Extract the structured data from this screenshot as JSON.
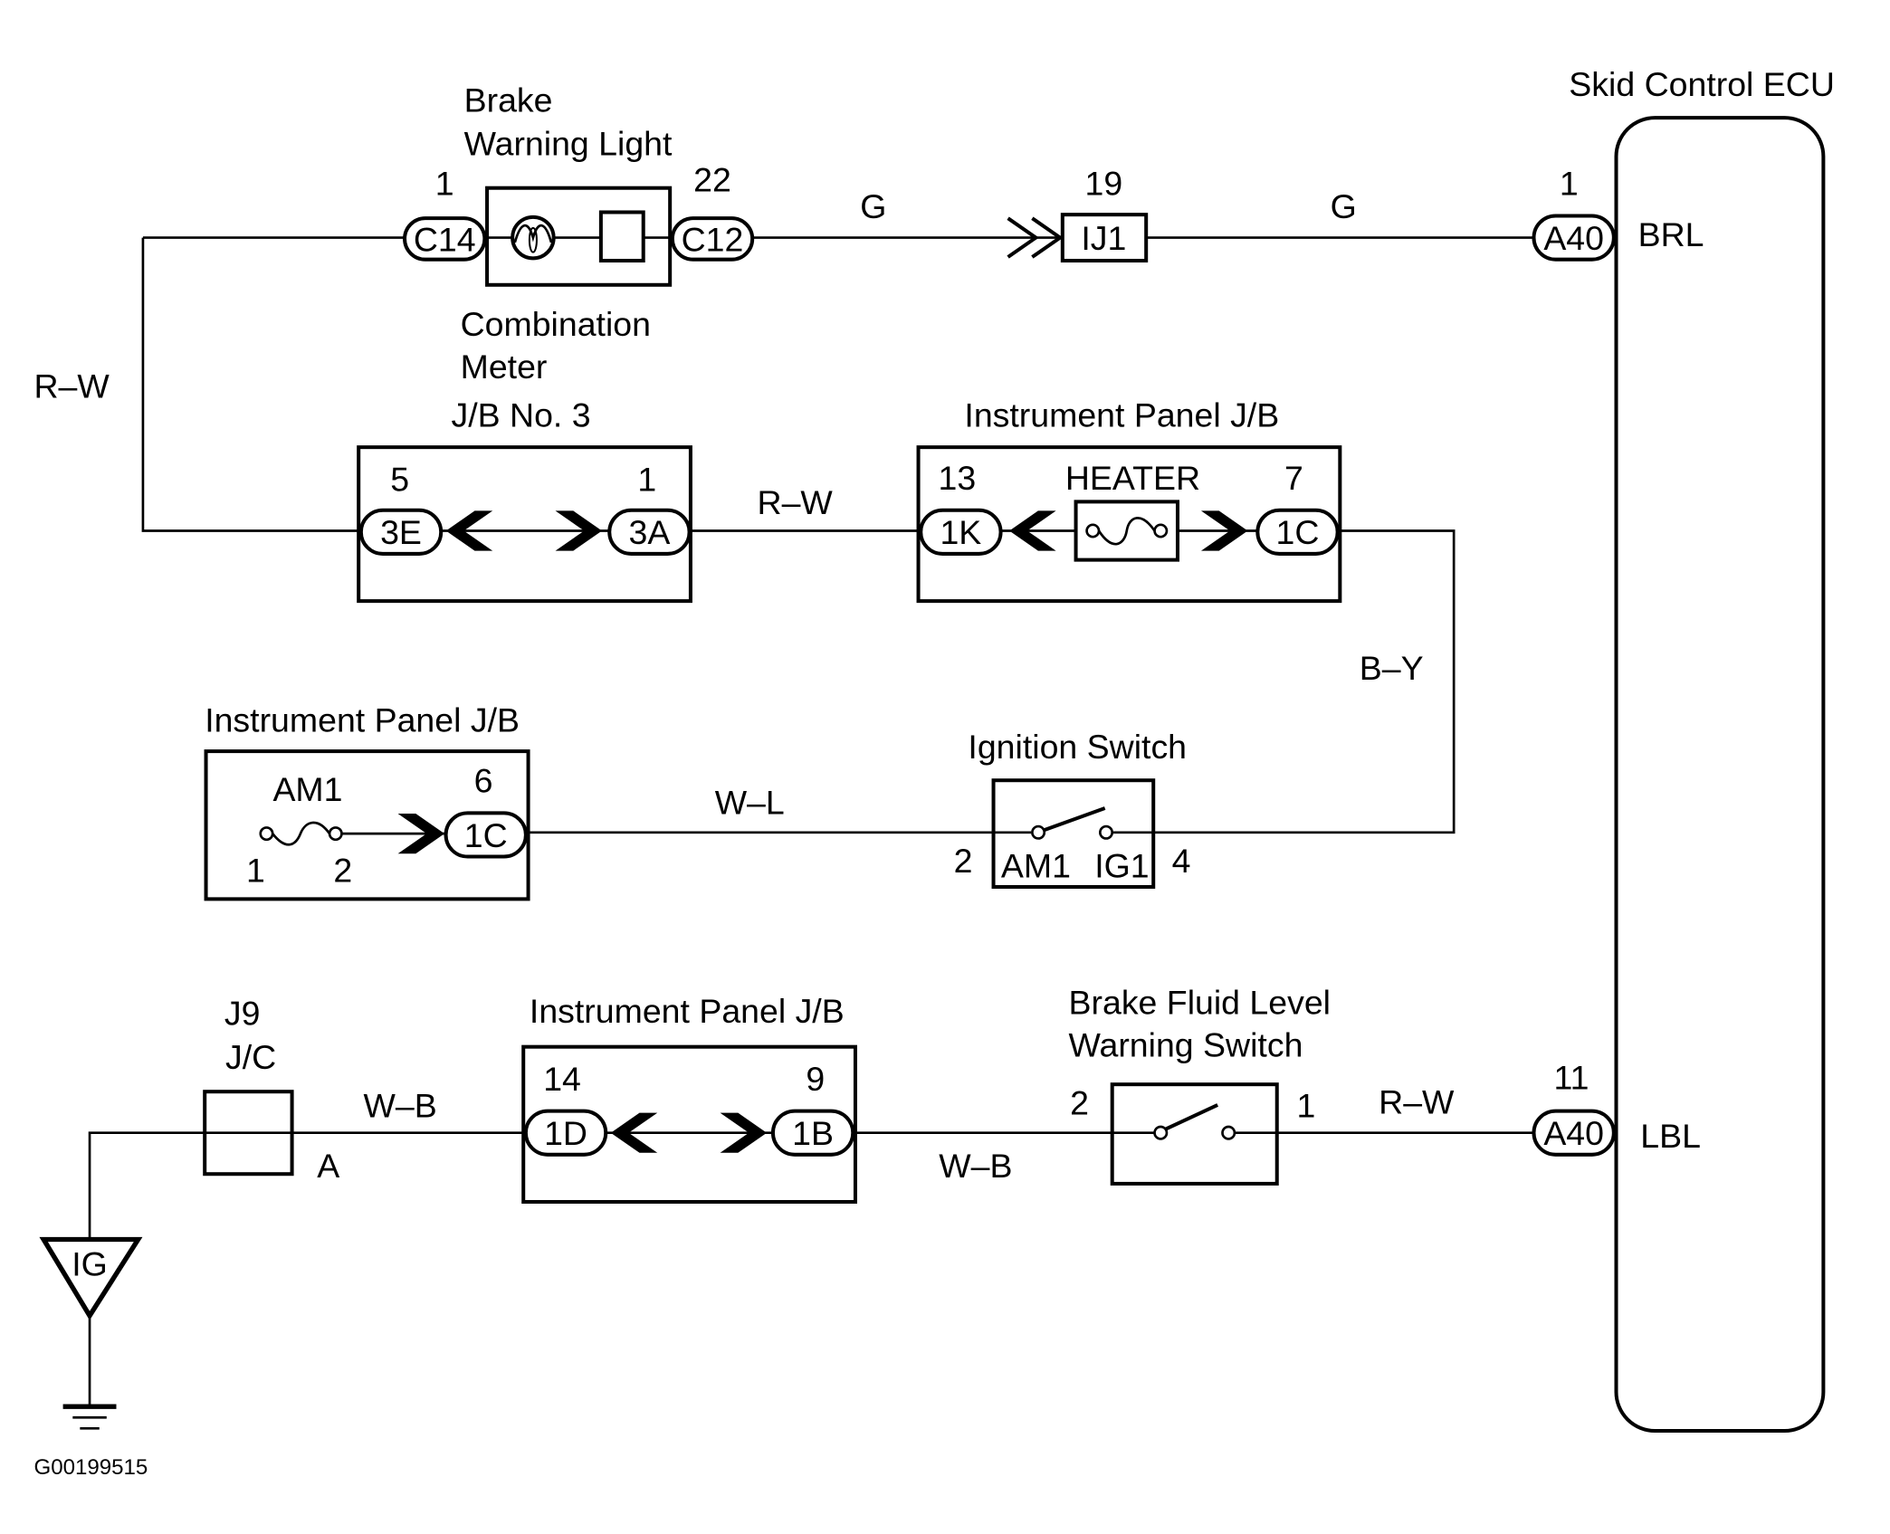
{
  "diagram": {
    "figure_id": "G00199515",
    "ecu": {
      "title": "Skid Control ECU",
      "terminals": [
        {
          "pin": "1",
          "connector": "A40",
          "name": "BRL"
        },
        {
          "pin": "11",
          "connector": "A40",
          "name": "LBL"
        }
      ]
    },
    "combination_meter": {
      "title_line1": "Brake",
      "title_line2": "Warning Light",
      "sub_line1": "Combination",
      "sub_line2": "Meter",
      "left_pin": "1",
      "left_conn": "C14",
      "right_pin": "22",
      "right_conn": "C12"
    },
    "ij1": {
      "pin": "19",
      "label": "IJ1"
    },
    "jb3": {
      "title": "J/B No. 3",
      "left_pin": "5",
      "left_conn": "3E",
      "right_pin": "1",
      "right_conn": "3A"
    },
    "ip_jb_heater": {
      "title": "Instrument Panel J/B",
      "left_pin": "13",
      "left_conn": "1K",
      "fuse": "HEATER",
      "right_pin": "7",
      "right_conn": "1C"
    },
    "ip_jb_am1": {
      "title": "Instrument Panel J/B",
      "fuse": "AM1",
      "fuse_pin1": "1",
      "fuse_pin2": "2",
      "pin": "6",
      "conn": "1C"
    },
    "ignition_switch": {
      "title": "Ignition Switch",
      "left_pin": "2",
      "right_pin": "4",
      "label_left": "AM1",
      "label_right": "IG1"
    },
    "jc": {
      "title_line1": "J9",
      "title_line2": "J/C",
      "pin": "A"
    },
    "ip_jb_bottom": {
      "title": "Instrument Panel J/B",
      "left_pin": "14",
      "left_conn": "1D",
      "right_pin": "9",
      "right_conn": "1B"
    },
    "bfl_switch": {
      "title_line1": "Brake Fluid Level",
      "title_line2": "Warning Switch",
      "left_pin": "2",
      "right_pin": "1"
    },
    "ground": {
      "label": "IG"
    },
    "wires": {
      "g1": "G",
      "g2": "G",
      "rw_left": "R–W",
      "rw_mid": "R–W",
      "by": "B–Y",
      "wl": "W–L",
      "wb1": "W–B",
      "wb2": "W–B",
      "rw_bottom": "R–W"
    }
  }
}
